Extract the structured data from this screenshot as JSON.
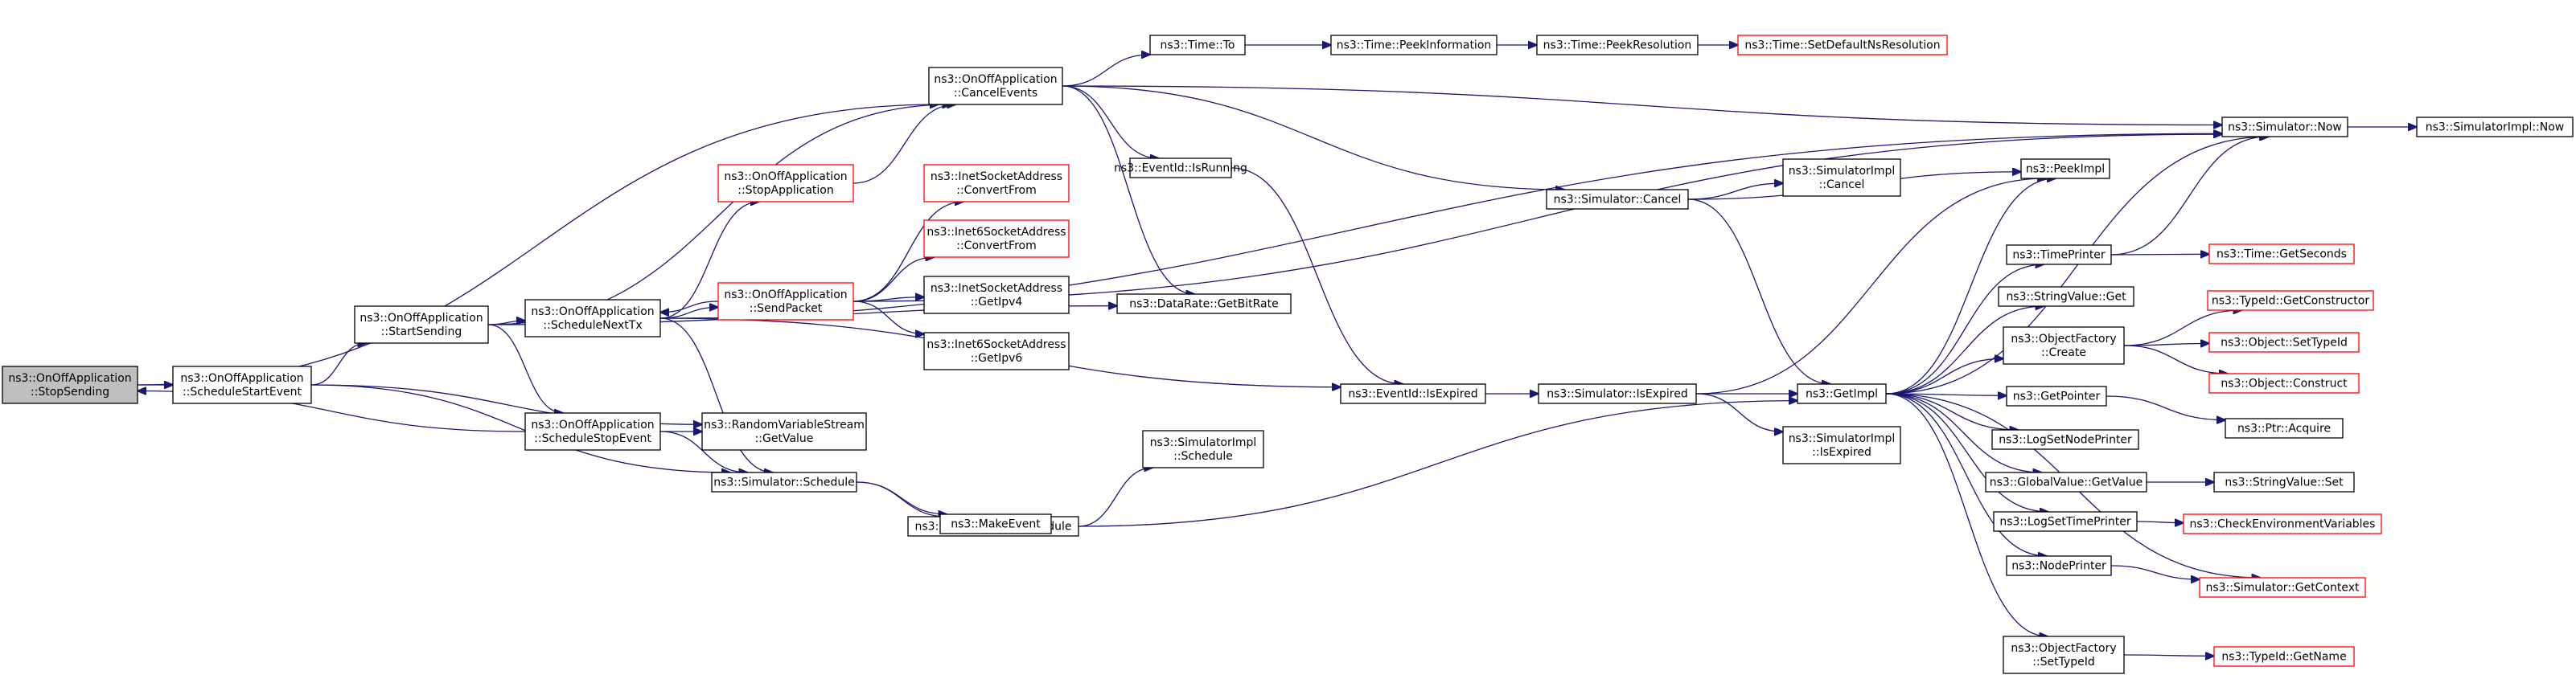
{
  "colors": {
    "edge": "#191970",
    "border_normal": "#000000",
    "border_undocumented": "#ff0000",
    "fill_normal": "#ffffff",
    "fill_focus": "#bfbfbf"
  },
  "nodes": [
    {
      "id": "stop_sending",
      "lines": [
        "ns3::OnOffApplication",
        "::StopSending"
      ],
      "style": "focus"
    },
    {
      "id": "schedule_start_event",
      "lines": [
        "ns3::OnOffApplication",
        "::ScheduleStartEvent"
      ],
      "style": "normal"
    },
    {
      "id": "start_sending",
      "lines": [
        "ns3::OnOffApplication",
        "::StartSending"
      ],
      "style": "normal"
    },
    {
      "id": "schedule_next_tx",
      "lines": [
        "ns3::OnOffApplication",
        "::ScheduleNextTx"
      ],
      "style": "normal"
    },
    {
      "id": "schedule_stop_event",
      "lines": [
        "ns3::OnOffApplication",
        "::ScheduleStopEvent"
      ],
      "style": "normal"
    },
    {
      "id": "stop_application",
      "lines": [
        "ns3::OnOffApplication",
        "::StopApplication"
      ],
      "style": "undocumented"
    },
    {
      "id": "send_packet",
      "lines": [
        "ns3::OnOffApplication",
        "::SendPacket"
      ],
      "style": "undocumented"
    },
    {
      "id": "cancel_events",
      "lines": [
        "ns3::OnOffApplication",
        "::CancelEvents"
      ],
      "style": "normal"
    },
    {
      "id": "rvs_get_value",
      "lines": [
        "ns3::RandomVariableStream",
        "::GetValue"
      ],
      "style": "normal"
    },
    {
      "id": "sim_schedule",
      "lines": [
        "ns3::Simulator::Schedule"
      ],
      "style": "normal"
    },
    {
      "id": "inet_convert_from",
      "lines": [
        "ns3::InetSocketAddress",
        "::ConvertFrom"
      ],
      "style": "undocumented"
    },
    {
      "id": "inet6_convert_from",
      "lines": [
        "ns3::Inet6SocketAddress",
        "::ConvertFrom"
      ],
      "style": "undocumented"
    },
    {
      "id": "inet_get_ipv4",
      "lines": [
        "ns3::InetSocketAddress",
        "::GetIpv4"
      ],
      "style": "normal"
    },
    {
      "id": "inet6_get_ipv6",
      "lines": [
        "ns3::Inet6SocketAddress",
        "::GetIpv6"
      ],
      "style": "normal"
    },
    {
      "id": "sim_do_schedule",
      "lines": [
        "ns3::Simulator::DoSchedule"
      ],
      "style": "normal"
    },
    {
      "id": "make_event",
      "lines": [
        "ns3::MakeEvent"
      ],
      "style": "normal"
    },
    {
      "id": "time_to",
      "lines": [
        "ns3::Time::To"
      ],
      "style": "normal"
    },
    {
      "id": "event_is_running",
      "lines": [
        "ns3::EventId::IsRunning"
      ],
      "style": "normal"
    },
    {
      "id": "datarate_get_bitrate",
      "lines": [
        "ns3::DataRate::GetBitRate"
      ],
      "style": "normal"
    },
    {
      "id": "simimpl_schedule",
      "lines": [
        "ns3::SimulatorImpl",
        "::Schedule"
      ],
      "style": "normal"
    },
    {
      "id": "time_peek_information",
      "lines": [
        "ns3::Time::PeekInformation"
      ],
      "style": "normal"
    },
    {
      "id": "event_is_expired",
      "lines": [
        "ns3::EventId::IsExpired"
      ],
      "style": "normal"
    },
    {
      "id": "time_peek_resolution",
      "lines": [
        "ns3::Time::PeekResolution"
      ],
      "style": "normal"
    },
    {
      "id": "sim_cancel",
      "lines": [
        "ns3::Simulator::Cancel"
      ],
      "style": "normal"
    },
    {
      "id": "sim_is_expired",
      "lines": [
        "ns3::Simulator::IsExpired"
      ],
      "style": "normal"
    },
    {
      "id": "time_set_default_ns_resolution",
      "lines": [
        "ns3::Time::SetDefaultNsResolution"
      ],
      "style": "undocumented"
    },
    {
      "id": "simimpl_cancel",
      "lines": [
        "ns3::SimulatorImpl",
        "::Cancel"
      ],
      "style": "normal"
    },
    {
      "id": "simimpl_is_expired",
      "lines": [
        "ns3::SimulatorImpl",
        "::IsExpired"
      ],
      "style": "normal"
    },
    {
      "id": "get_impl",
      "lines": [
        "ns3::GetImpl"
      ],
      "style": "normal"
    },
    {
      "id": "peek_impl",
      "lines": [
        "ns3::PeekImpl"
      ],
      "style": "normal"
    },
    {
      "id": "time_printer",
      "lines": [
        "ns3::TimePrinter"
      ],
      "style": "normal"
    },
    {
      "id": "string_value_get",
      "lines": [
        "ns3::StringValue::Get"
      ],
      "style": "normal"
    },
    {
      "id": "object_factory_create",
      "lines": [
        "ns3::ObjectFactory",
        "::Create"
      ],
      "style": "normal"
    },
    {
      "id": "get_pointer",
      "lines": [
        "ns3::GetPointer"
      ],
      "style": "normal"
    },
    {
      "id": "log_set_node_printer",
      "lines": [
        "ns3::LogSetNodePrinter"
      ],
      "style": "normal"
    },
    {
      "id": "global_value_get_value",
      "lines": [
        "ns3::GlobalValue::GetValue"
      ],
      "style": "normal"
    },
    {
      "id": "log_set_time_printer",
      "lines": [
        "ns3::LogSetTimePrinter"
      ],
      "style": "normal"
    },
    {
      "id": "node_printer",
      "lines": [
        "ns3::NodePrinter"
      ],
      "style": "normal"
    },
    {
      "id": "object_factory_set_type_id",
      "lines": [
        "ns3::ObjectFactory",
        "::SetTypeId"
      ],
      "style": "normal"
    },
    {
      "id": "sim_now",
      "lines": [
        "ns3::Simulator::Now"
      ],
      "style": "normal"
    },
    {
      "id": "time_get_seconds",
      "lines": [
        "ns3::Time::GetSeconds"
      ],
      "style": "undocumented"
    },
    {
      "id": "typeid_get_constructor",
      "lines": [
        "ns3::TypeId::GetConstructor"
      ],
      "style": "undocumented"
    },
    {
      "id": "object_set_type_id",
      "lines": [
        "ns3::Object::SetTypeId"
      ],
      "style": "undocumented"
    },
    {
      "id": "object_construct",
      "lines": [
        "ns3::Object::Construct"
      ],
      "style": "undocumented"
    },
    {
      "id": "ptr_acquire",
      "lines": [
        "ns3::Ptr::Acquire"
      ],
      "style": "normal"
    },
    {
      "id": "string_value_set",
      "lines": [
        "ns3::StringValue::Set"
      ],
      "style": "normal"
    },
    {
      "id": "check_environment_variables",
      "lines": [
        "ns3::CheckEnvironmentVariables"
      ],
      "style": "undocumented"
    },
    {
      "id": "sim_get_context",
      "lines": [
        "ns3::Simulator::GetContext"
      ],
      "style": "undocumented"
    },
    {
      "id": "typeid_get_name",
      "lines": [
        "ns3::TypeId::GetName"
      ],
      "style": "undocumented"
    },
    {
      "id": "simimpl_now",
      "lines": [
        "ns3::SimulatorImpl::Now"
      ],
      "style": "normal"
    }
  ],
  "edges": [
    [
      "stop_sending",
      "schedule_start_event"
    ],
    [
      "stop_sending",
      "cancel_events"
    ],
    [
      "schedule_start_event",
      "start_sending"
    ],
    [
      "schedule_start_event",
      "rvs_get_value"
    ],
    [
      "schedule_start_event",
      "sim_schedule"
    ],
    [
      "start_sending",
      "cancel_events"
    ],
    [
      "start_sending",
      "schedule_next_tx"
    ],
    [
      "start_sending",
      "schedule_stop_event"
    ],
    [
      "start_sending",
      "sim_now"
    ],
    [
      "schedule_next_tx",
      "stop_application"
    ],
    [
      "schedule_next_tx",
      "send_packet"
    ],
    [
      "schedule_next_tx",
      "sim_schedule"
    ],
    [
      "schedule_next_tx",
      "datarate_get_bitrate"
    ],
    [
      "schedule_next_tx",
      "event_is_expired"
    ],
    [
      "schedule_stop_event",
      "stop_sending"
    ],
    [
      "schedule_stop_event",
      "rvs_get_value"
    ],
    [
      "schedule_stop_event",
      "sim_schedule"
    ],
    [
      "stop_application",
      "cancel_events"
    ],
    [
      "send_packet",
      "schedule_next_tx"
    ],
    [
      "send_packet",
      "inet_convert_from"
    ],
    [
      "send_packet",
      "inet6_convert_from"
    ],
    [
      "send_packet",
      "inet_get_ipv4"
    ],
    [
      "send_packet",
      "inet6_get_ipv6"
    ],
    [
      "send_packet",
      "sim_now"
    ],
    [
      "cancel_events",
      "time_to"
    ],
    [
      "cancel_events",
      "event_is_running"
    ],
    [
      "cancel_events",
      "datarate_get_bitrate"
    ],
    [
      "cancel_events",
      "sim_cancel"
    ],
    [
      "cancel_events",
      "sim_now"
    ],
    [
      "sim_schedule",
      "sim_do_schedule"
    ],
    [
      "sim_schedule",
      "make_event"
    ],
    [
      "sim_do_schedule",
      "simimpl_schedule"
    ],
    [
      "sim_do_schedule",
      "get_impl"
    ],
    [
      "time_to",
      "time_peek_information"
    ],
    [
      "time_peek_information",
      "time_peek_resolution"
    ],
    [
      "time_peek_resolution",
      "time_set_default_ns_resolution"
    ],
    [
      "event_is_running",
      "event_is_expired"
    ],
    [
      "event_is_expired",
      "sim_is_expired"
    ],
    [
      "sim_cancel",
      "simimpl_cancel"
    ],
    [
      "sim_cancel",
      "peek_impl"
    ],
    [
      "sim_cancel",
      "get_impl"
    ],
    [
      "sim_is_expired",
      "get_impl"
    ],
    [
      "sim_is_expired",
      "simimpl_is_expired"
    ],
    [
      "sim_is_expired",
      "peek_impl"
    ],
    [
      "get_impl",
      "peek_impl"
    ],
    [
      "get_impl",
      "time_printer"
    ],
    [
      "get_impl",
      "string_value_get"
    ],
    [
      "get_impl",
      "object_factory_create"
    ],
    [
      "get_impl",
      "get_pointer"
    ],
    [
      "get_impl",
      "log_set_node_printer"
    ],
    [
      "get_impl",
      "global_value_get_value"
    ],
    [
      "get_impl",
      "log_set_time_printer"
    ],
    [
      "get_impl",
      "node_printer"
    ],
    [
      "get_impl",
      "object_factory_set_type_id"
    ],
    [
      "get_impl",
      "sim_now"
    ],
    [
      "get_impl",
      "sim_get_context"
    ],
    [
      "sim_now",
      "simimpl_now"
    ],
    [
      "time_printer",
      "sim_now"
    ],
    [
      "time_printer",
      "time_get_seconds"
    ],
    [
      "object_factory_create",
      "typeid_get_constructor"
    ],
    [
      "object_factory_create",
      "object_set_type_id"
    ],
    [
      "object_factory_create",
      "object_construct"
    ],
    [
      "get_pointer",
      "ptr_acquire"
    ],
    [
      "global_value_get_value",
      "string_value_set"
    ],
    [
      "log_set_time_printer",
      "check_environment_variables"
    ],
    [
      "node_printer",
      "sim_get_context"
    ],
    [
      "object_factory_set_type_id",
      "typeid_get_name"
    ]
  ]
}
